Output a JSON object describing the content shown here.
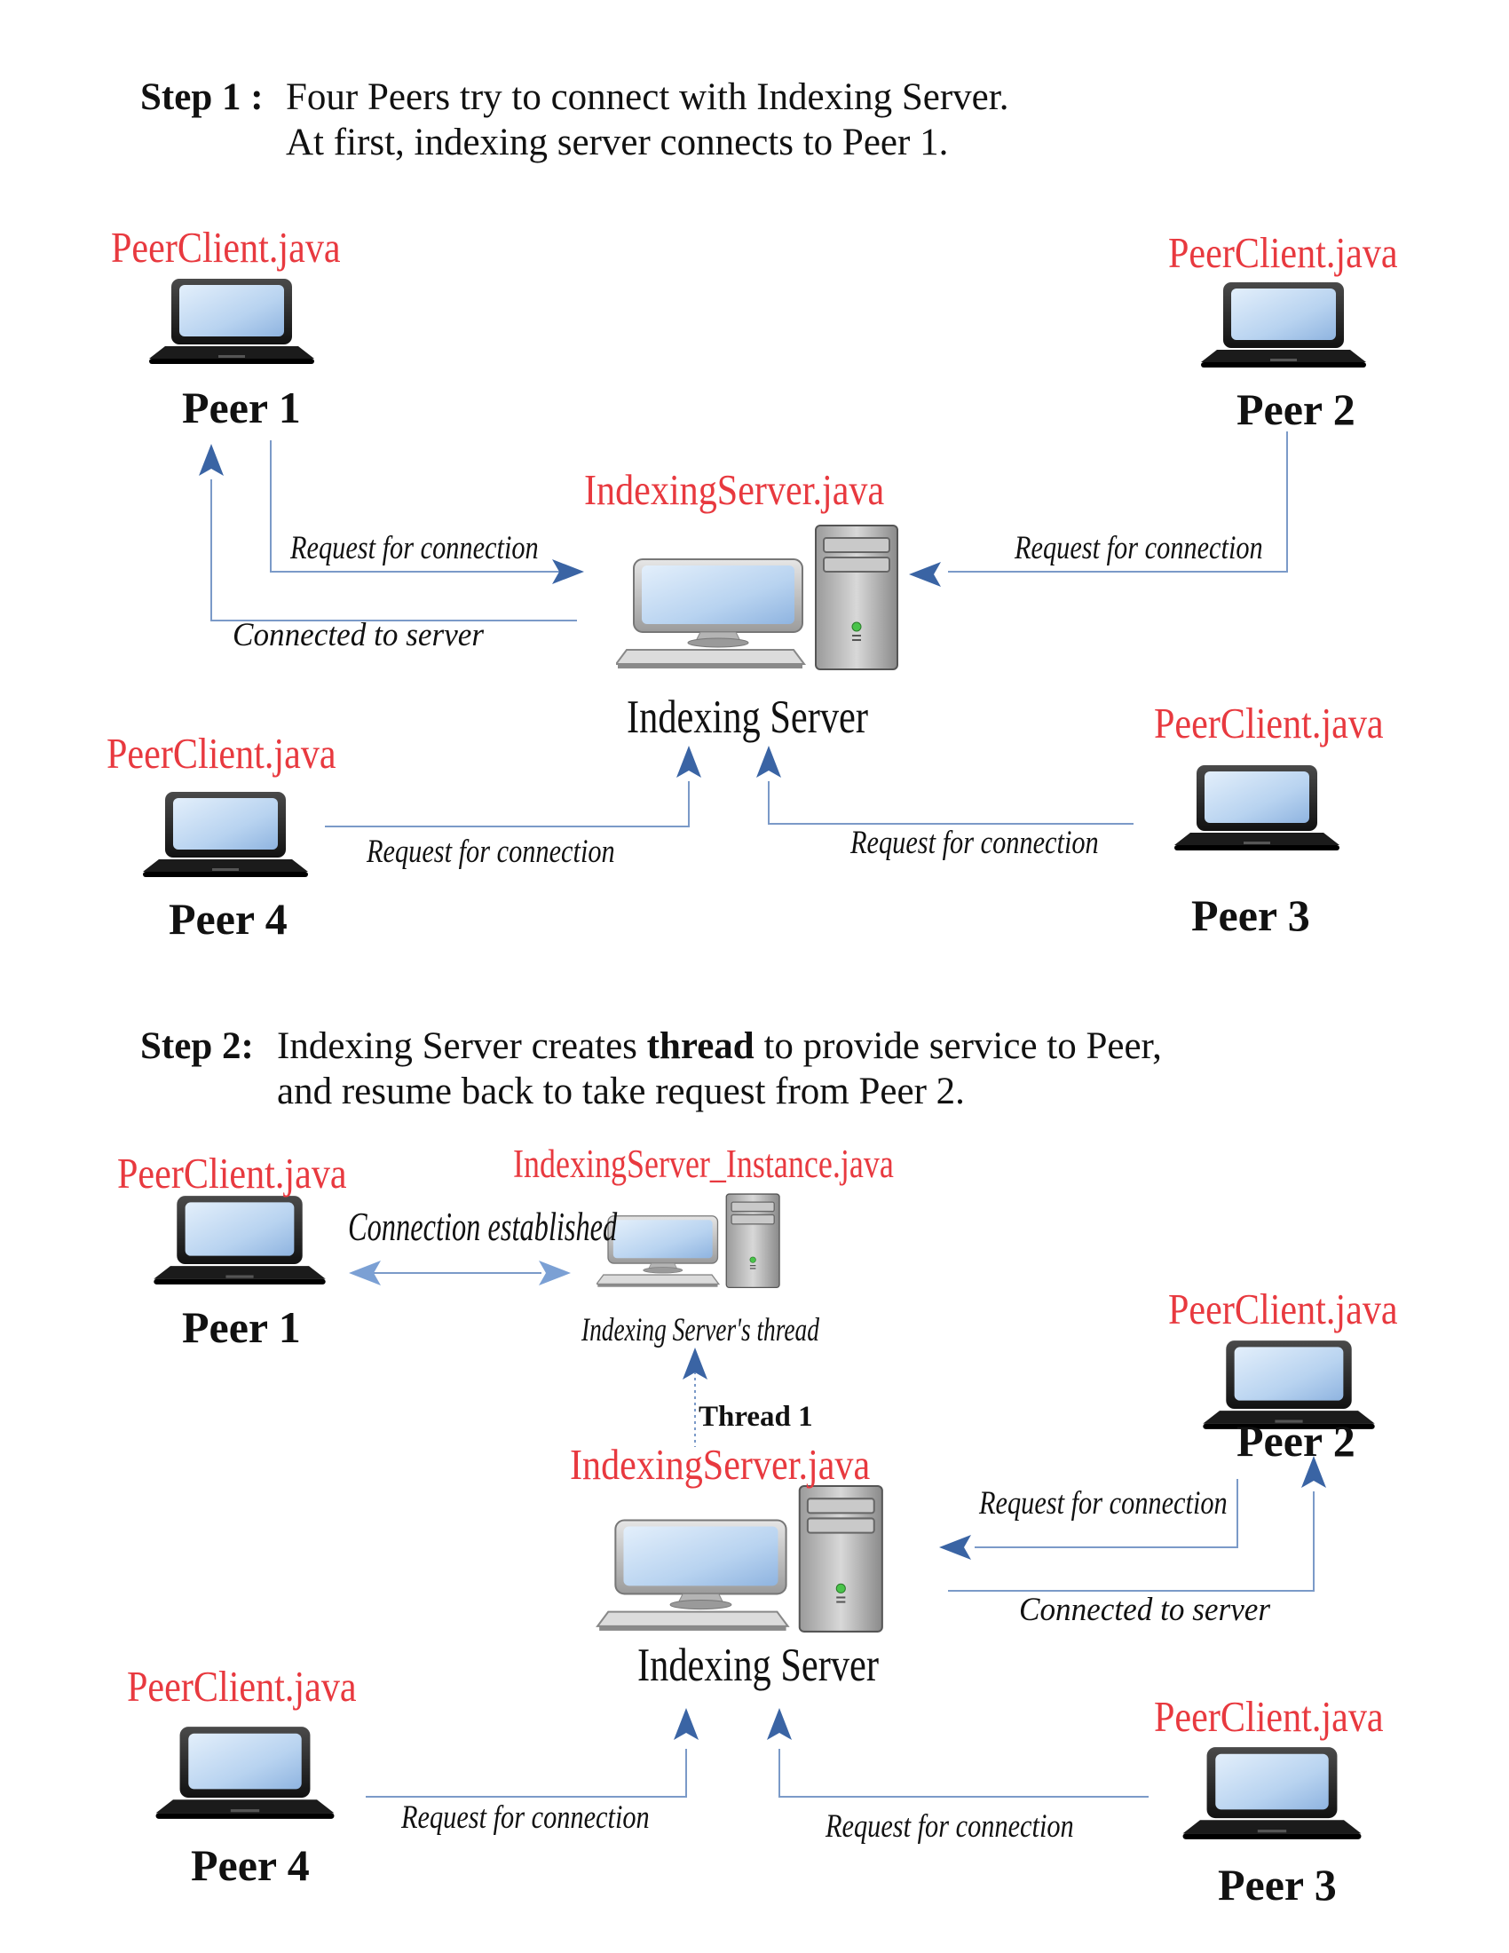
{
  "step1": {
    "label": "Step 1 :",
    "line1": "Four Peers try to connect with Indexing Server.",
    "line2": "At first, indexing server connects to Peer 1."
  },
  "step2": {
    "label": "Step 2:",
    "line1_pre": "Indexing Server creates ",
    "line1_bold": "thread",
    "line1_post": " to provide service to Peer,",
    "line2": "and resume back to take request from Peer 2."
  },
  "labels": {
    "peer_client_file": "PeerClient.java",
    "server_file": "IndexingServer.java",
    "instance_file": "IndexingServer_Instance.java",
    "server_name": "Indexing Server",
    "thread_name": "Indexing Server's thread",
    "thread_1": "Thread 1",
    "peer_1": "Peer 1",
    "peer_2": "Peer 2",
    "peer_3": "Peer 3",
    "peer_4": "Peer 4",
    "request": "Request for connection",
    "connected": "Connected to server",
    "established": "Connection established"
  },
  "colors": {
    "file_label": "#e8393f",
    "arrow_head": "#3a64a4",
    "connector_line": "#7b9ac8",
    "screen": "#bcd6f2"
  }
}
